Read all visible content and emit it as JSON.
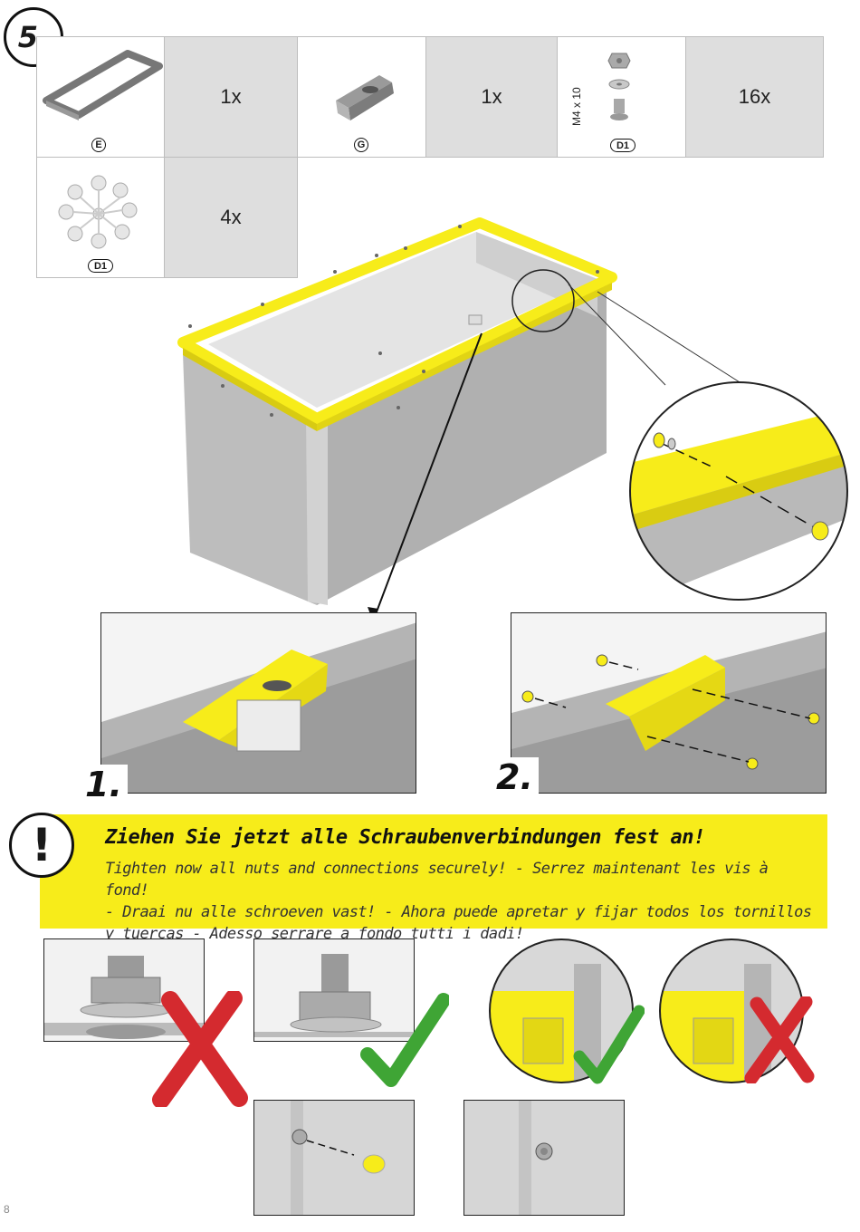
{
  "step": {
    "number": "5."
  },
  "parts": [
    {
      "label": "E",
      "qty": "1x"
    },
    {
      "label": "G",
      "qty": "1x"
    },
    {
      "label": "D1",
      "qty": "16x",
      "spec": "M4 x 10"
    },
    {
      "label": "D1",
      "qty": "4x"
    }
  ],
  "sub_steps": {
    "first": "1.",
    "second": "2."
  },
  "warning": {
    "icon": "!",
    "title": "Ziehen Sie jetzt alle Schraubenverbindungen fest an!",
    "line1": "Tighten now all nuts and connections securely! - Serrez maintenant les vis à fond!",
    "line2": "- Draai nu alle schroeven vast! - Ahora puede apretar y fijar todos los tornillos",
    "line3": "y tuercas - Adesso serrare a fondo tutti i dadi!"
  },
  "colors": {
    "accent_yellow": "#f7ec1a",
    "wrong_red": "#d42a2f",
    "right_green": "#3fa535",
    "metal_grey": "#b7b7b7"
  },
  "icons": {
    "wrong": "cross-mark-icon",
    "right": "check-mark-icon"
  },
  "page": {
    "number": "8"
  }
}
